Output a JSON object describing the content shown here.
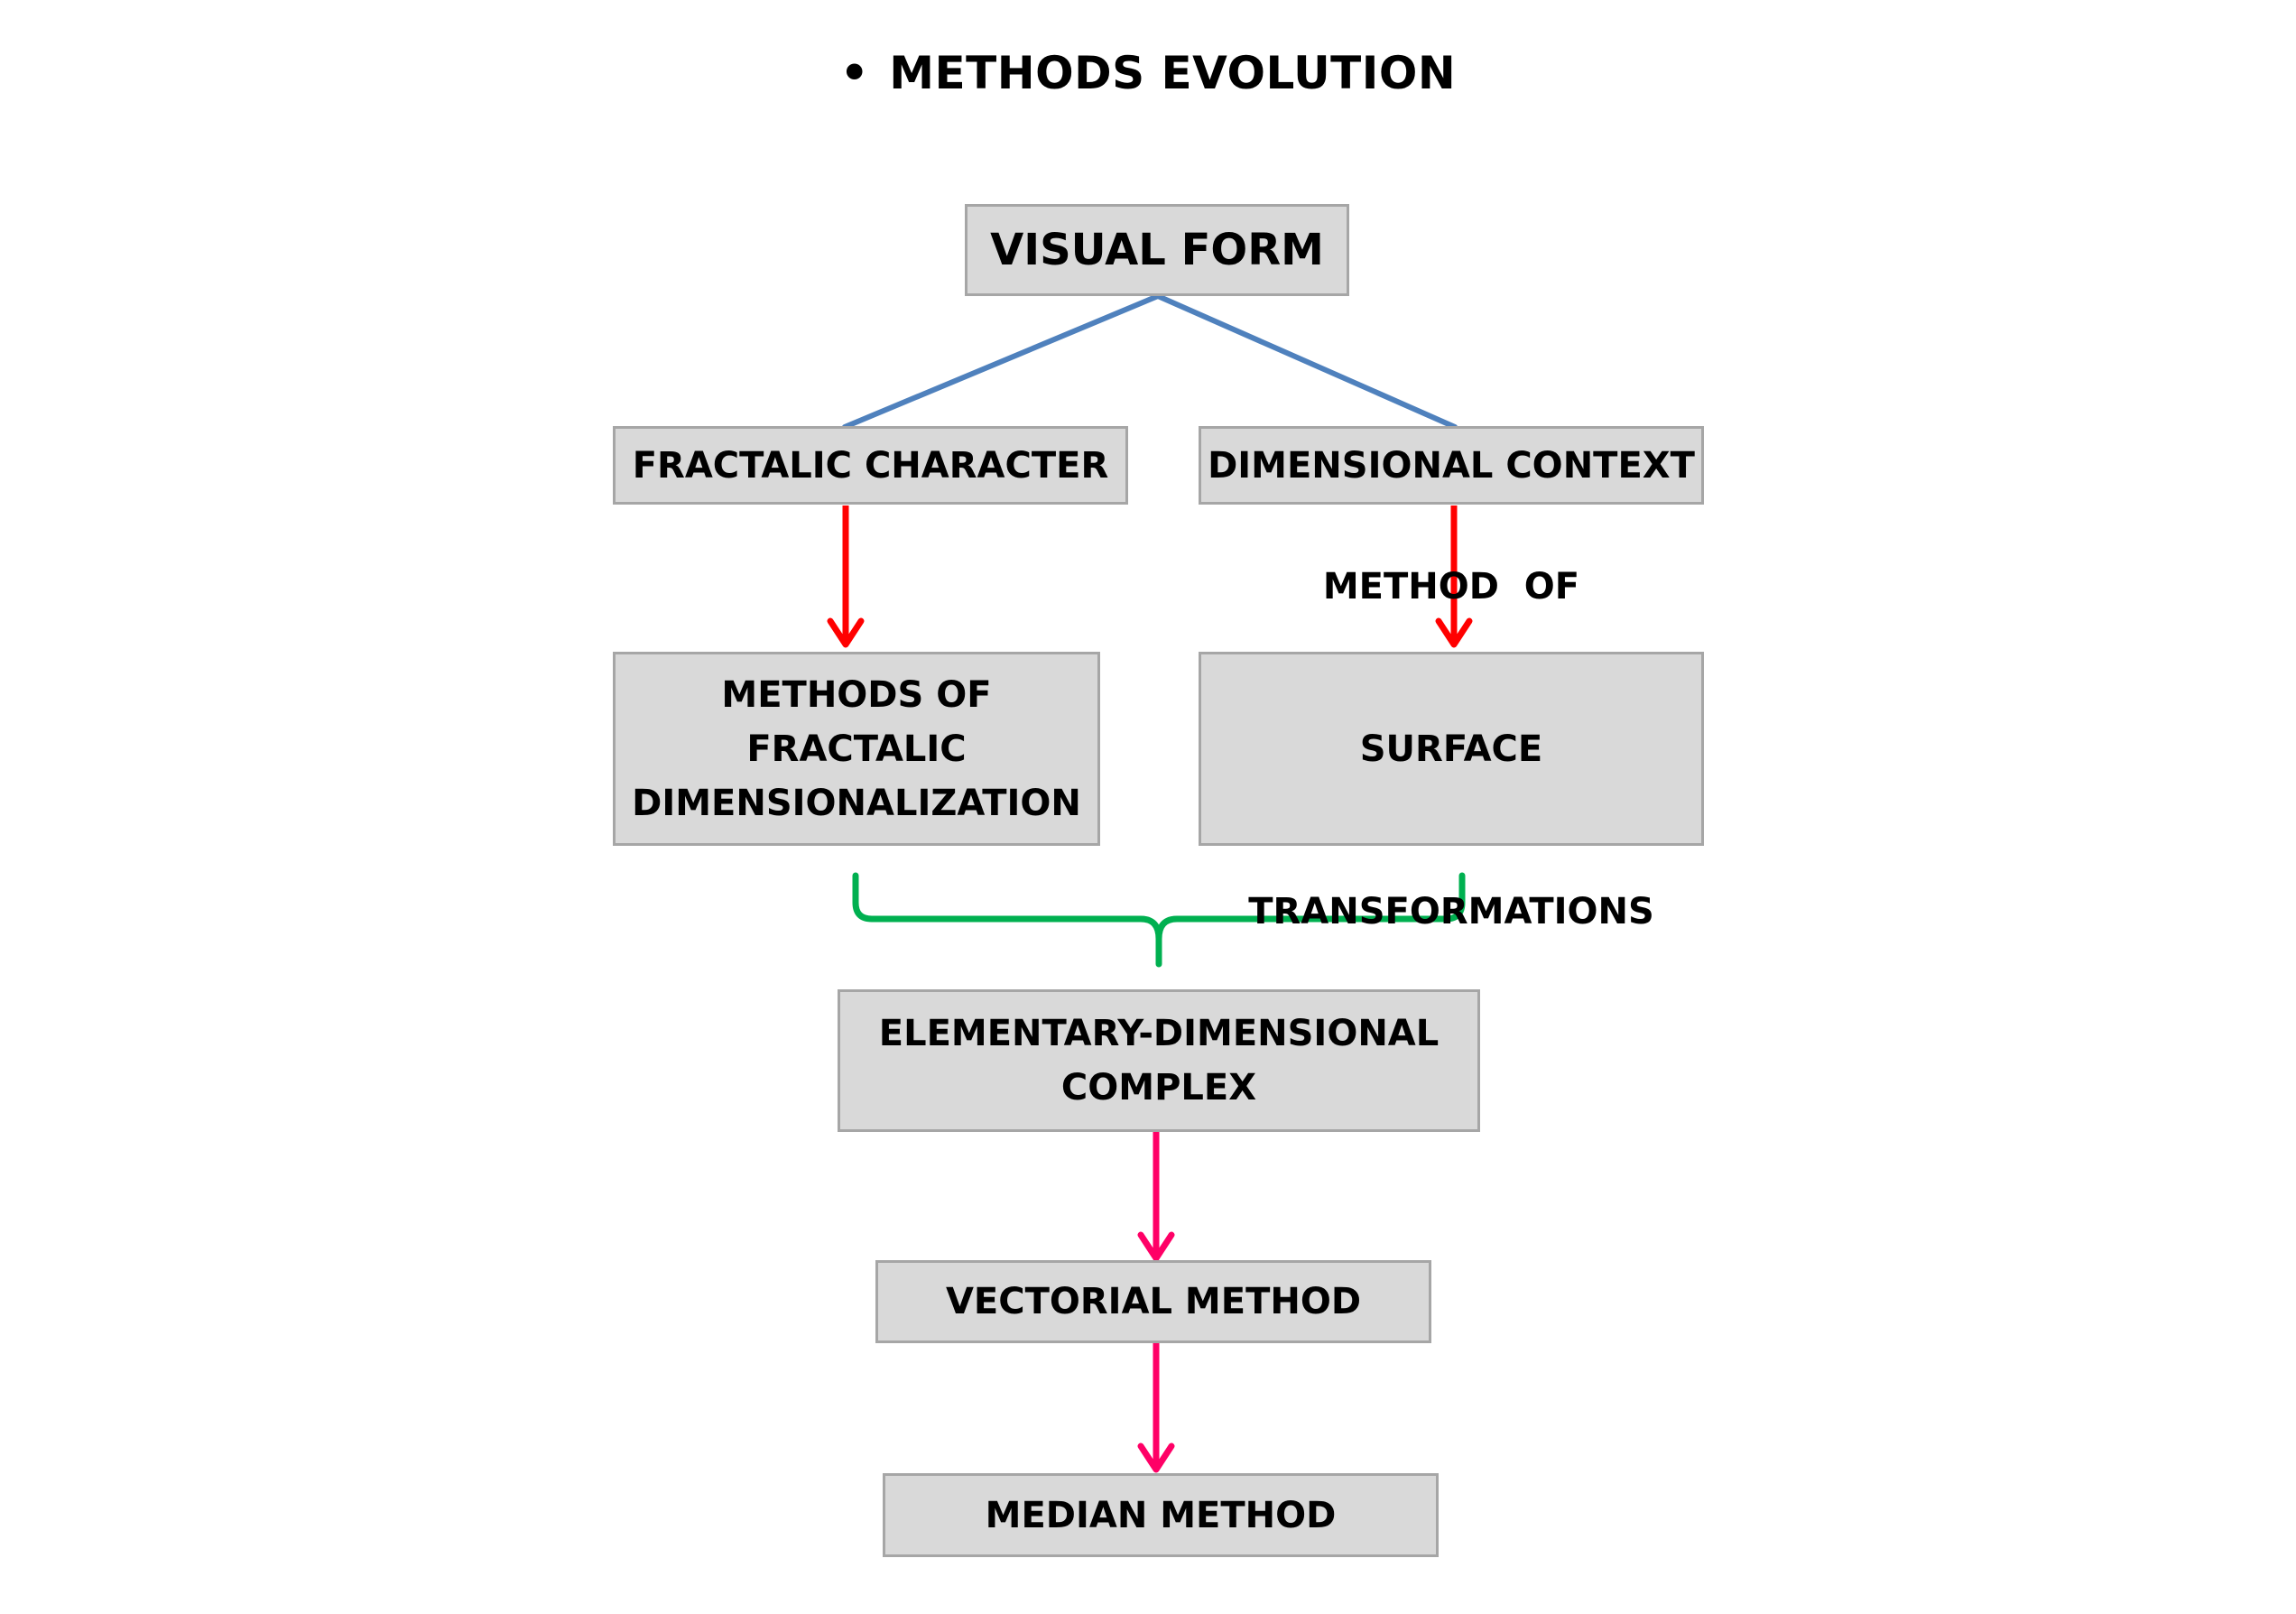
{
  "title": {
    "bullet": "•",
    "text": "METHODS EVOLUTION"
  },
  "nodes": {
    "visual_form": [
      "VISUAL FORM"
    ],
    "fractalic_character": [
      "FRACTALIC CHARACTER"
    ],
    "dimensional_context": [
      "DIMENSIONAL CONTEXT"
    ],
    "methods_fractalic_dimensionalization": [
      "METHODS OF",
      "FRACTALIC",
      "DIMENSIONALIZATION"
    ],
    "method_surface_transformations": [
      "METHOD  OF",
      "SURFACE",
      "TRANSFORMATIONS"
    ],
    "elementary_dimensional_complex": [
      "ELEMENTARY-DIMENSIONAL",
      "COMPLEX"
    ],
    "vectorial_method": [
      "VECTORIAL METHOD"
    ],
    "median_method": [
      "MEDIAN METHOD"
    ]
  },
  "colors": {
    "tree_lines": "#4f81bd",
    "red_arrows": "#ff0000",
    "brace": "#00b050",
    "pink_arrows": "#ff0066",
    "box_fill": "#d9d9d9",
    "box_border": "#a6a6a6"
  }
}
